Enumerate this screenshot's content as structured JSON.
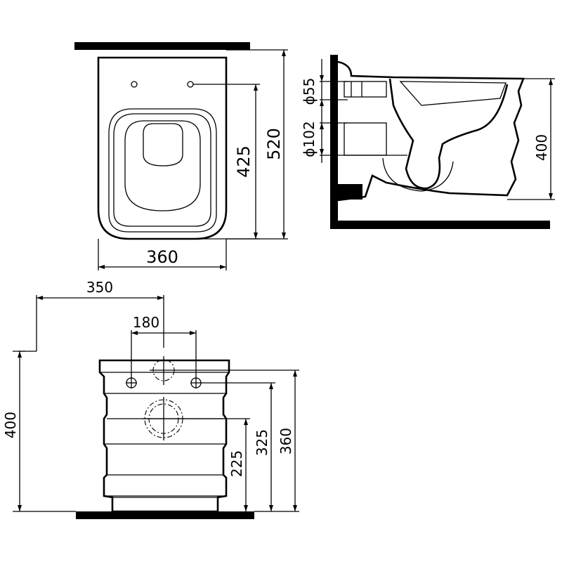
{
  "top_view": {
    "width_label": "360",
    "height_label": "520",
    "fixing_label": "425"
  },
  "side_view": {
    "inlet_label": "ϕ55",
    "outlet_label": "ϕ102",
    "height_label": "400"
  },
  "rear_view": {
    "offset_label": "350",
    "bolt_spacing_label": "180",
    "total_height_label": "400",
    "top_height_label": "360",
    "bolt_height_label": "325",
    "outlet_height_label": "225"
  }
}
